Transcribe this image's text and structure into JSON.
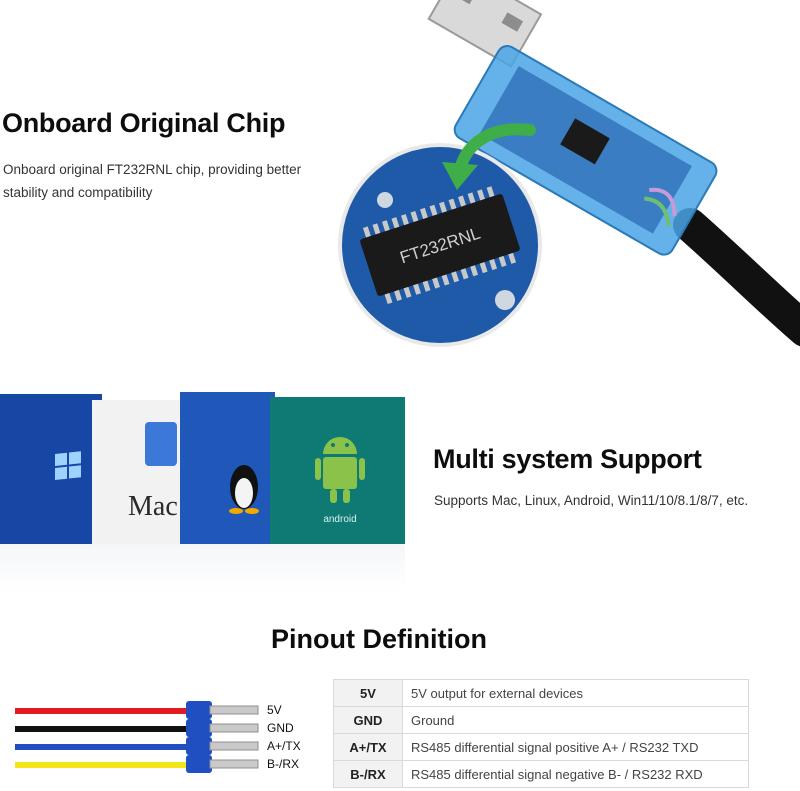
{
  "sections": {
    "chip": {
      "title": "Onboard Original Chip",
      "description": "Onboard original FT232RNL chip, providing better stability and compatibility",
      "chip_marking": "FT232RNL"
    },
    "os": {
      "title": "Multi system Support",
      "description": "Supports Mac, Linux, Android, Win11/10/8.1/8/7, etc.",
      "tiles": {
        "mac_text": "Mac O",
        "android_text": "android"
      }
    },
    "pinout": {
      "title": "Pinout Definition",
      "wire_labels": [
        "5V",
        "GND",
        "A+/TX",
        "B-/RX"
      ],
      "wire_colors": [
        "#e11b22",
        "#111111",
        "#1f4fc1",
        "#f2e51a"
      ],
      "rows": [
        {
          "pin": "5V",
          "function": "5V output for external devices"
        },
        {
          "pin": "GND",
          "function": "Ground"
        },
        {
          "pin": "A+/TX",
          "function": "RS485 differential signal positive A+ / RS232 TXD"
        },
        {
          "pin": "B-/RX",
          "function": "RS485 differential signal negative B- / RS232 RXD"
        }
      ]
    }
  },
  "colors": {
    "pcb_blue": "#1e5aa8",
    "housing_blue": "#4aa3e6",
    "arrow_green": "#3fae49"
  }
}
